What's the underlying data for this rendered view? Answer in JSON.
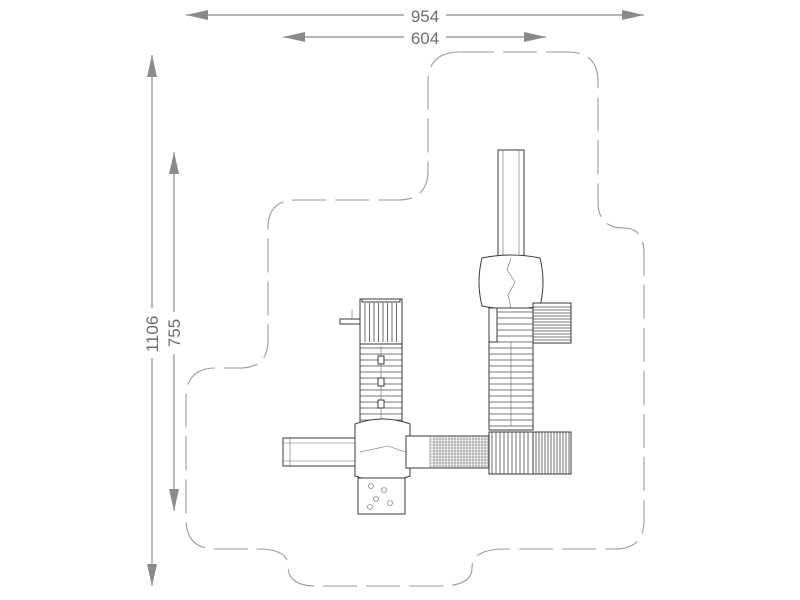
{
  "dimensions": {
    "overall_width": "954",
    "equipment_width": "604",
    "overall_depth": "1106",
    "equipment_depth": "755"
  },
  "colors": {
    "dimension": "#8a8a8a",
    "outline": "#3a3a3a",
    "safety_zone": "#9a9a9a"
  }
}
